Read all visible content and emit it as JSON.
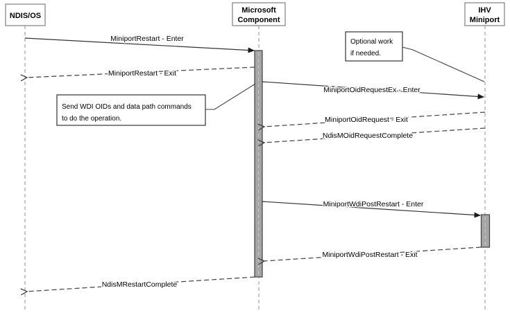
{
  "diagram_type": "sequence-diagram",
  "actors": [
    {
      "id": "ndis-os",
      "lines": [
        "NDIS/OS"
      ]
    },
    {
      "id": "microsoft-component",
      "lines": [
        "Microsoft",
        "Component"
      ]
    },
    {
      "id": "ihv-miniport",
      "lines": [
        "IHV",
        "Miniport"
      ]
    }
  ],
  "messages": [
    {
      "label": "MiniportRestart - Enter",
      "from": "NDIS/OS",
      "to": "Microsoft Component",
      "style": "solid"
    },
    {
      "label": "MiniportRestart - Exit",
      "from": "Microsoft Component",
      "to": "NDIS/OS",
      "style": "dashed"
    },
    {
      "label": "MiniportOidRequestEx - Enter",
      "from": "Microsoft Component",
      "to": "IHV Miniport",
      "style": "solid"
    },
    {
      "label": "MiniportOidRequest - Exit",
      "from": "IHV Miniport",
      "to": "Microsoft Component",
      "style": "dashed"
    },
    {
      "label": "NdisMOidRequestComplete",
      "from": "IHV Miniport",
      "to": "Microsoft Component",
      "style": "dashed"
    },
    {
      "label": "MiniportWdiPostRestart - Enter",
      "from": "Microsoft Component",
      "to": "IHV Miniport",
      "style": "solid"
    },
    {
      "label": "MiniportWdiPostRestart - Exit",
      "from": "IHV Miniport",
      "to": "Microsoft Component",
      "style": "dashed"
    },
    {
      "label": "NdisMRestartComplete",
      "from": "Microsoft Component",
      "to": "NDIS/OS",
      "style": "dashed"
    }
  ],
  "notes": [
    {
      "lines": [
        "Optional work",
        "if needed."
      ],
      "attached_to": "IHV Miniport"
    },
    {
      "lines": [
        "Send WDI OIDs and data path commands",
        "to do the operation."
      ],
      "attached_to": "Microsoft Component"
    }
  ],
  "colors": {
    "background": "#FFFFFF",
    "message_line": "#404040",
    "lifeline": "#8C8C8C",
    "activation_fill": "#A6A6A6",
    "activation_border": "#404040",
    "actor_box_border": "#7F7F7F",
    "note_border": "#404040",
    "text": "#000000"
  }
}
